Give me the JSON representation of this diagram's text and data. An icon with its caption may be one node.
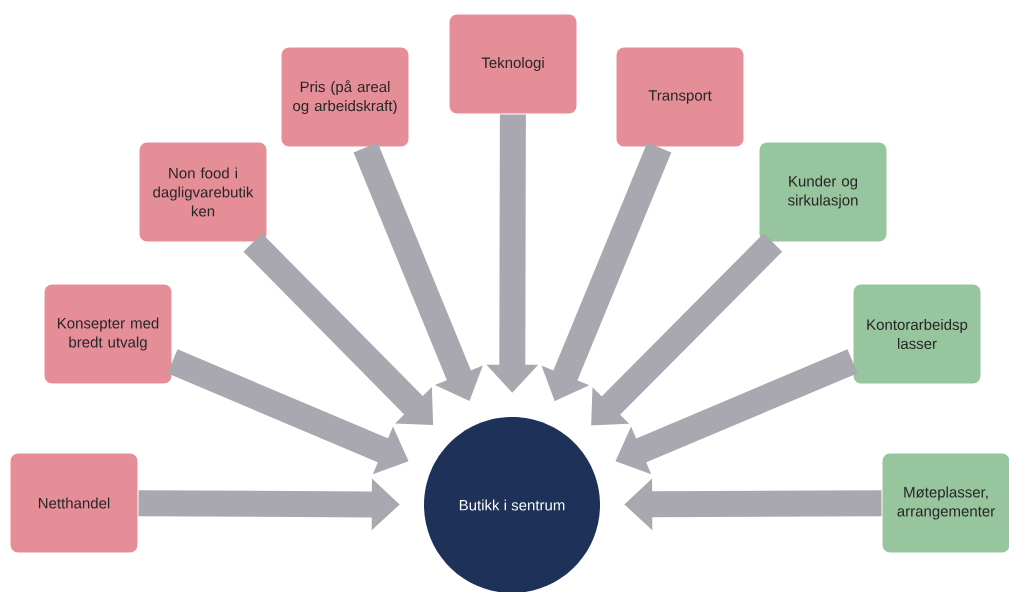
{
  "diagram": {
    "nodes": [
      {
        "text": [
          "Netthandel"
        ]
      },
      {
        "text": [
          "Konsepter med bredt utvalg"
        ]
      },
      {
        "text": [
          "Non food i dagligvarebutik ken"
        ]
      },
      {
        "text": [
          "Pris (på areal og arbeidskraft)"
        ]
      },
      {
        "text": [
          "Teknologi"
        ]
      },
      {
        "text": [
          "Transport"
        ]
      },
      {
        "text": [
          "Kunder og sirkulasjon"
        ]
      },
      {
        "text": [
          "Kontorarbeidsp lasser"
        ]
      },
      {
        "text": [
          "Møteplasser, arrangementer"
        ]
      },
      {
        "text": [
          "Butikk i sentrum"
        ]
      }
    ],
    "edges": [
      {
        "from": 0,
        "to": 9,
        "arrow": "to"
      },
      {
        "from": 1,
        "to": 9,
        "arrow": "to"
      },
      {
        "from": 2,
        "to": 9,
        "arrow": "to"
      },
      {
        "from": 3,
        "to": 9,
        "arrow": "to"
      },
      {
        "from": 4,
        "to": 9,
        "arrow": "to"
      },
      {
        "from": 5,
        "to": 9,
        "arrow": "to"
      },
      {
        "from": 6,
        "to": 9,
        "arrow": "to"
      },
      {
        "from": 7,
        "to": 9,
        "arrow": "to"
      },
      {
        "from": 8,
        "to": 9,
        "arrow": "to"
      }
    ]
  }
}
